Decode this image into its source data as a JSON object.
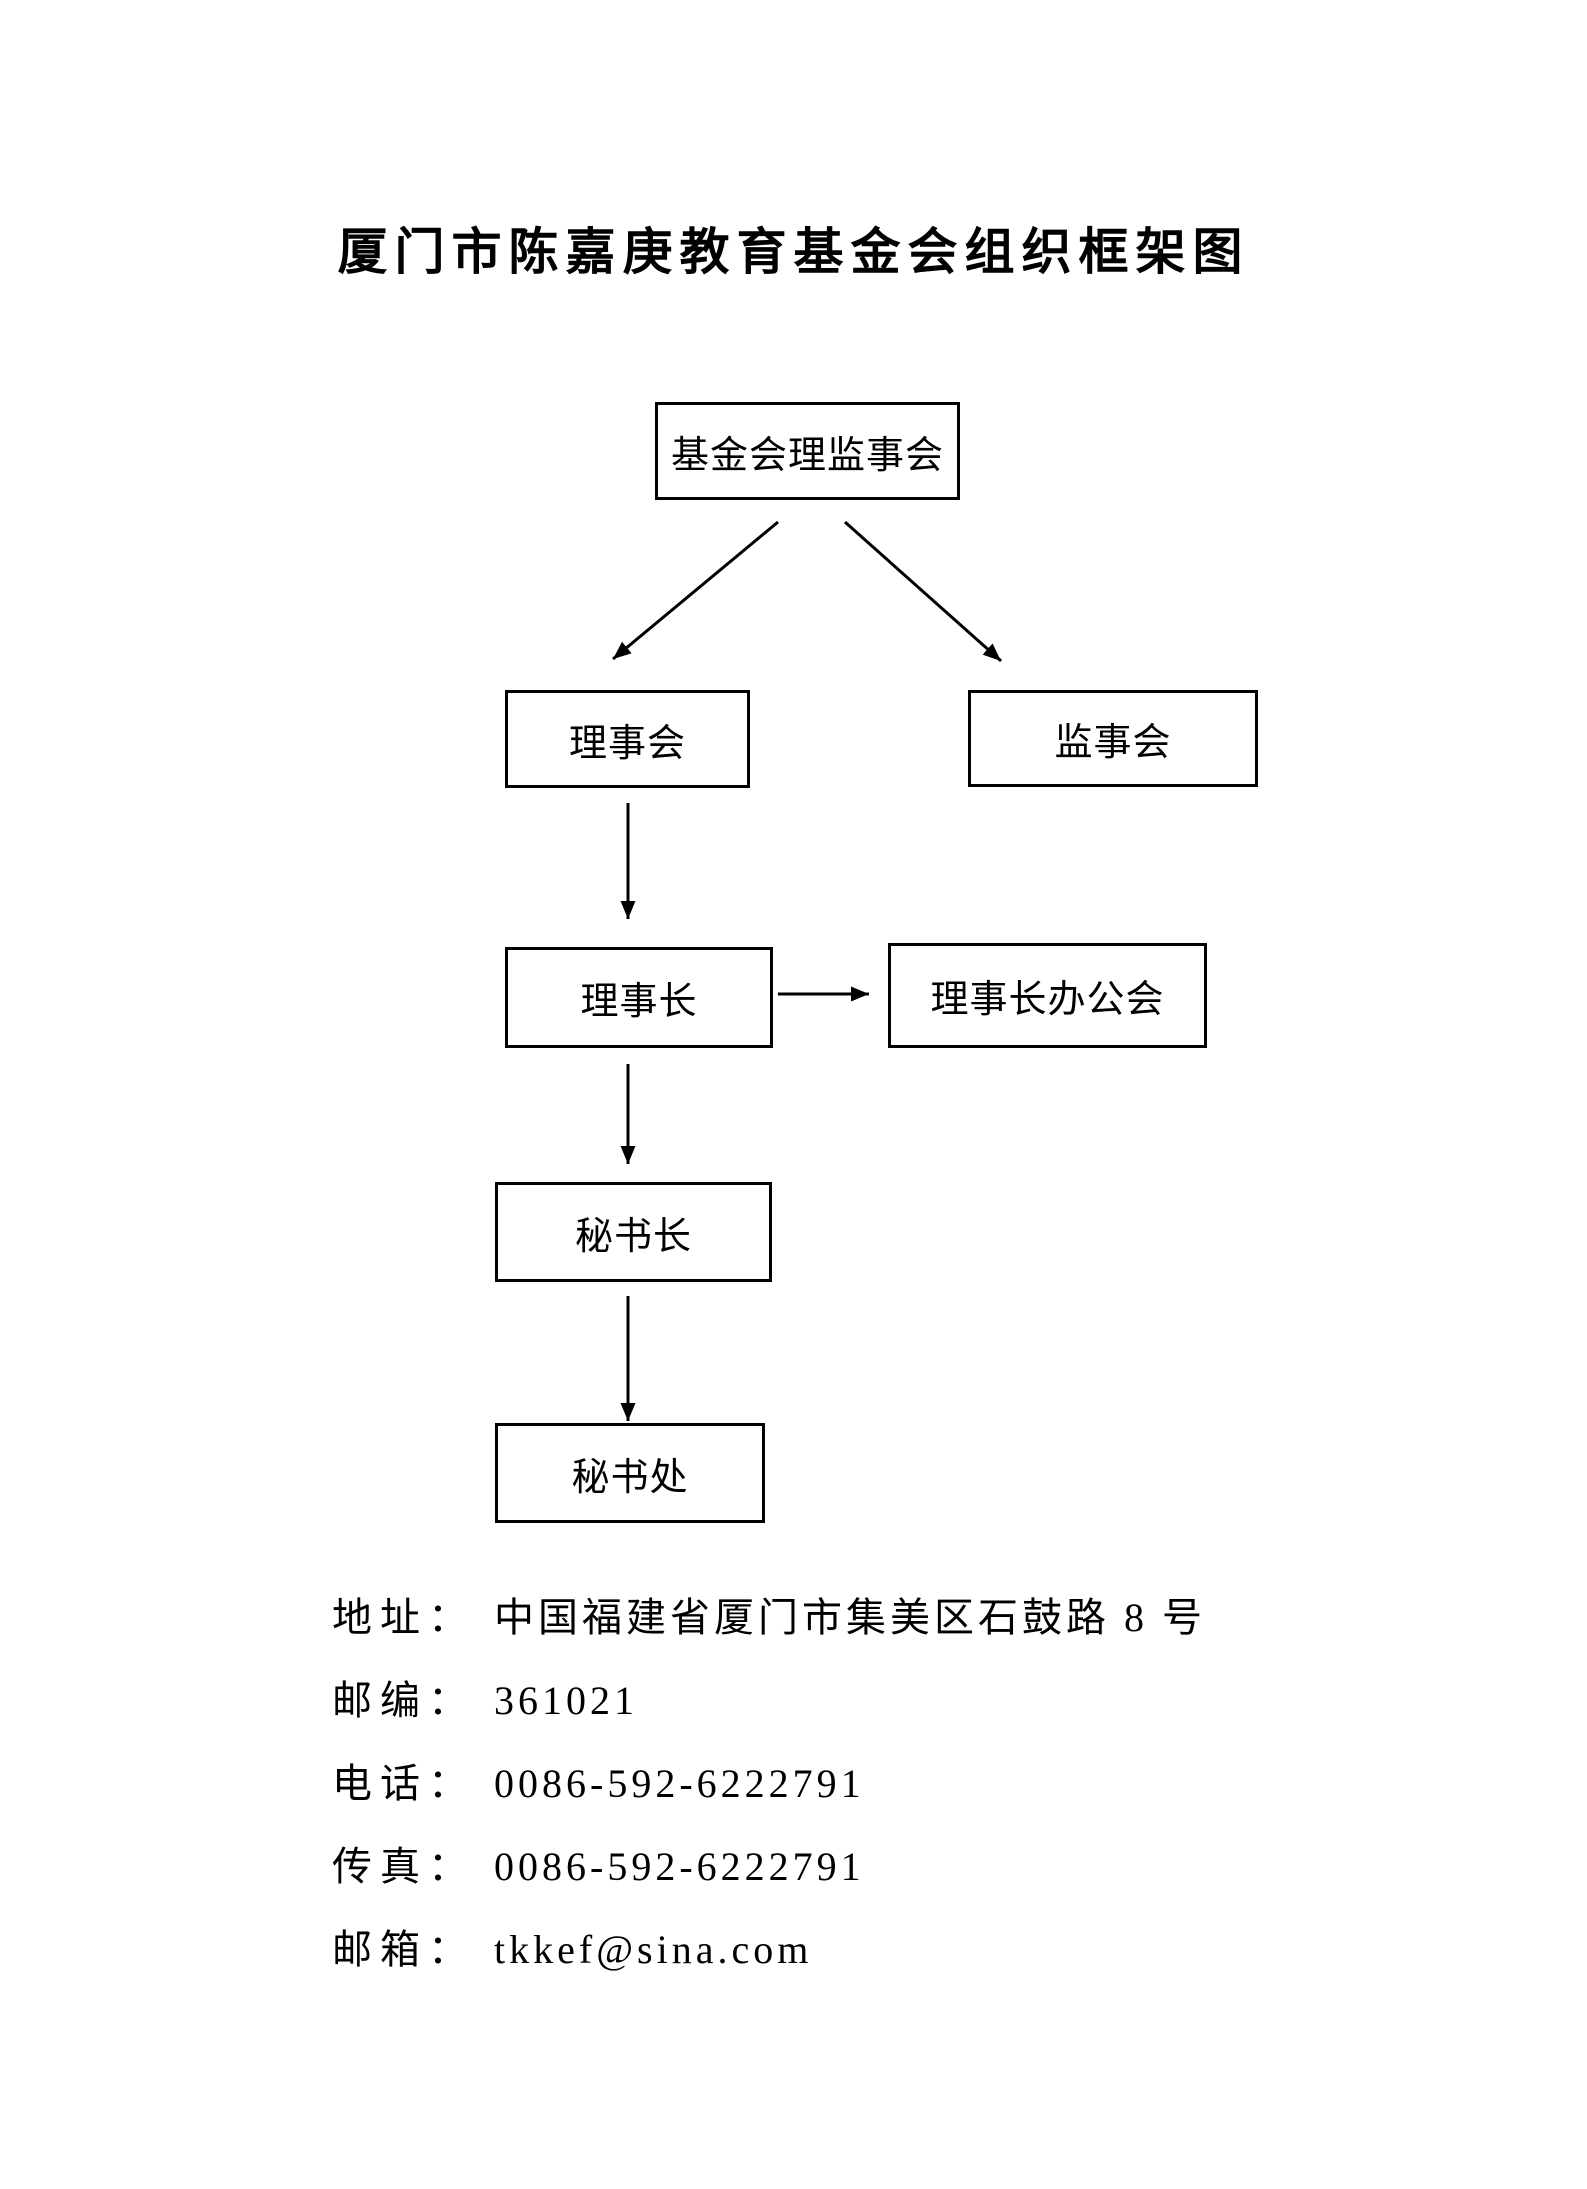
{
  "document": {
    "title": "厦门市陈嘉庚教育基金会组织框架图"
  },
  "diagram": {
    "type": "org-chart",
    "nodes": [
      {
        "id": "council",
        "label": "基金会理监事会"
      },
      {
        "id": "board",
        "label": "理事会"
      },
      {
        "id": "supervisors",
        "label": "监事会"
      },
      {
        "id": "chairman",
        "label": "理事长"
      },
      {
        "id": "chairman-office",
        "label": "理事长办公会"
      },
      {
        "id": "secretary-general",
        "label": "秘书长"
      },
      {
        "id": "secretariat",
        "label": "秘书处"
      }
    ],
    "edges": [
      {
        "from": "基金会理监事会",
        "to": "理事会"
      },
      {
        "from": "基金会理监事会",
        "to": "监事会"
      },
      {
        "from": "理事会",
        "to": "理事长"
      },
      {
        "from": "理事长",
        "to": "理事长办公会"
      },
      {
        "from": "理事长",
        "to": "秘书长"
      },
      {
        "from": "秘书长",
        "to": "秘书处"
      }
    ],
    "line_color": "#000000"
  },
  "contact": {
    "lines": [
      {
        "label": "地址：",
        "value": "中国福建省厦门市集美区石鼓路 8 号"
      },
      {
        "label": "邮编：",
        "value": "361021"
      },
      {
        "label": "电话：",
        "value": "0086-592-6222791"
      },
      {
        "label": "传真：",
        "value": "0086-592-6222791"
      },
      {
        "label": "邮箱：",
        "value": "tkkef@sina.com"
      }
    ]
  }
}
